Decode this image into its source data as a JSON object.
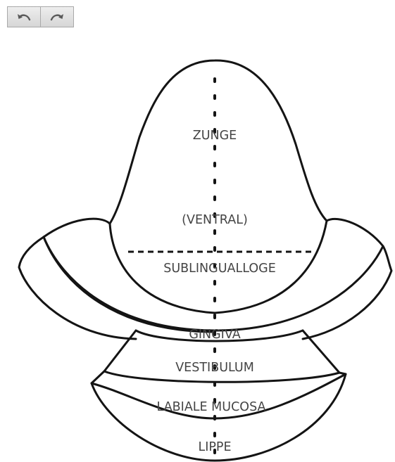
{
  "toolbar": {
    "undo_icon": "undo-arrow-icon",
    "redo_icon": "redo-arrow-icon"
  },
  "diagram": {
    "labels": {
      "zunge": "ZUNGE",
      "ventral": "(VENTRAL)",
      "sublingualloge": "SUBLINGUALLOGE",
      "gingiva": "GINGIVA",
      "vestibulum": "VESTIBULUM",
      "labiale_mucosa": "LABIALE MUCOSA",
      "lippe": "LIPPE"
    }
  }
}
